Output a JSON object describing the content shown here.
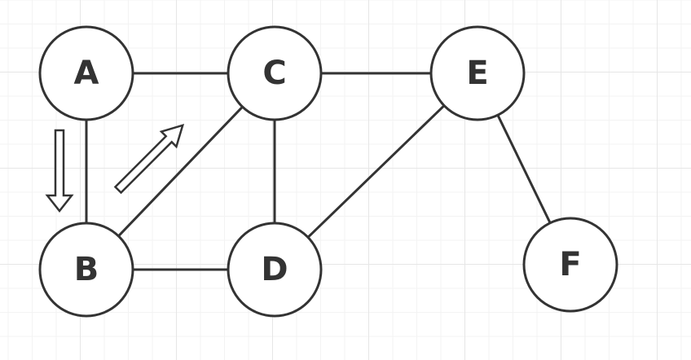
{
  "nodes": [
    {
      "id": "A",
      "label": "A"
    },
    {
      "id": "B",
      "label": "B"
    },
    {
      "id": "C",
      "label": "C"
    },
    {
      "id": "D",
      "label": "D"
    },
    {
      "id": "E",
      "label": "E"
    },
    {
      "id": "F",
      "label": "F"
    }
  ],
  "edges": [
    {
      "from": "A",
      "to": "C"
    },
    {
      "from": "A",
      "to": "B"
    },
    {
      "from": "C",
      "to": "E"
    },
    {
      "from": "C",
      "to": "D"
    },
    {
      "from": "C",
      "to": "B"
    },
    {
      "from": "B",
      "to": "D"
    },
    {
      "from": "D",
      "to": "E"
    },
    {
      "from": "E",
      "to": "F"
    }
  ],
  "traversal_arrows": [
    {
      "from": "A",
      "to": "B"
    },
    {
      "from": "B",
      "to": "C"
    }
  ],
  "colors": {
    "stroke": "#333333",
    "node_fill": "#ffffff",
    "grid": "#e6e6e6"
  }
}
